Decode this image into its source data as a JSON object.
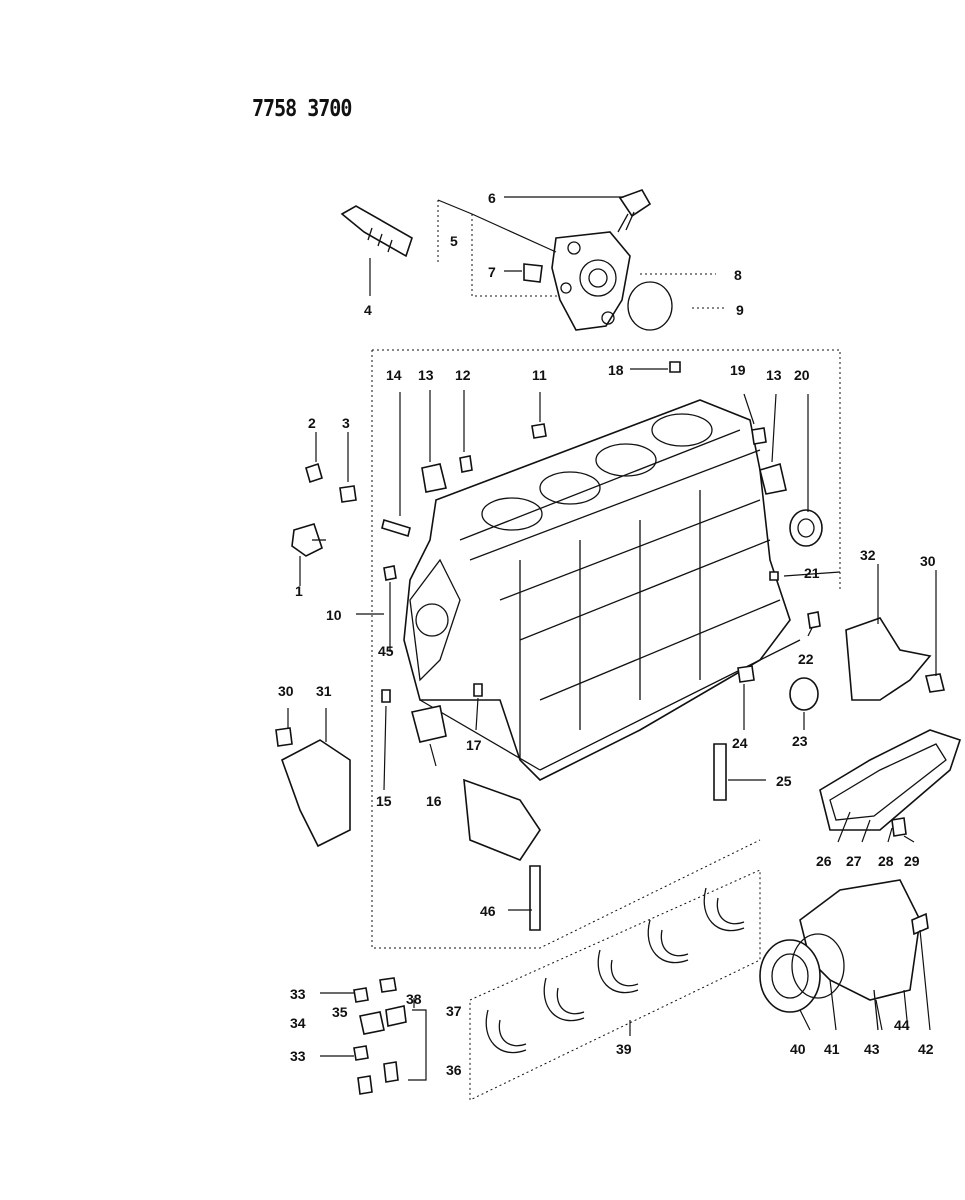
{
  "document_code": "7758 3700",
  "callouts": [
    "1",
    "2",
    "3",
    "4",
    "5",
    "6",
    "7",
    "8",
    "9",
    "10",
    "11",
    "12",
    "13",
    "13",
    "14",
    "15",
    "16",
    "17",
    "18",
    "19",
    "20",
    "21",
    "22",
    "23",
    "24",
    "25",
    "26",
    "27",
    "28",
    "29",
    "30",
    "30",
    "31",
    "32",
    "33",
    "33",
    "34",
    "35",
    "36",
    "37",
    "38",
    "39",
    "40",
    "41",
    "42",
    "43",
    "44",
    "45",
    "46"
  ]
}
